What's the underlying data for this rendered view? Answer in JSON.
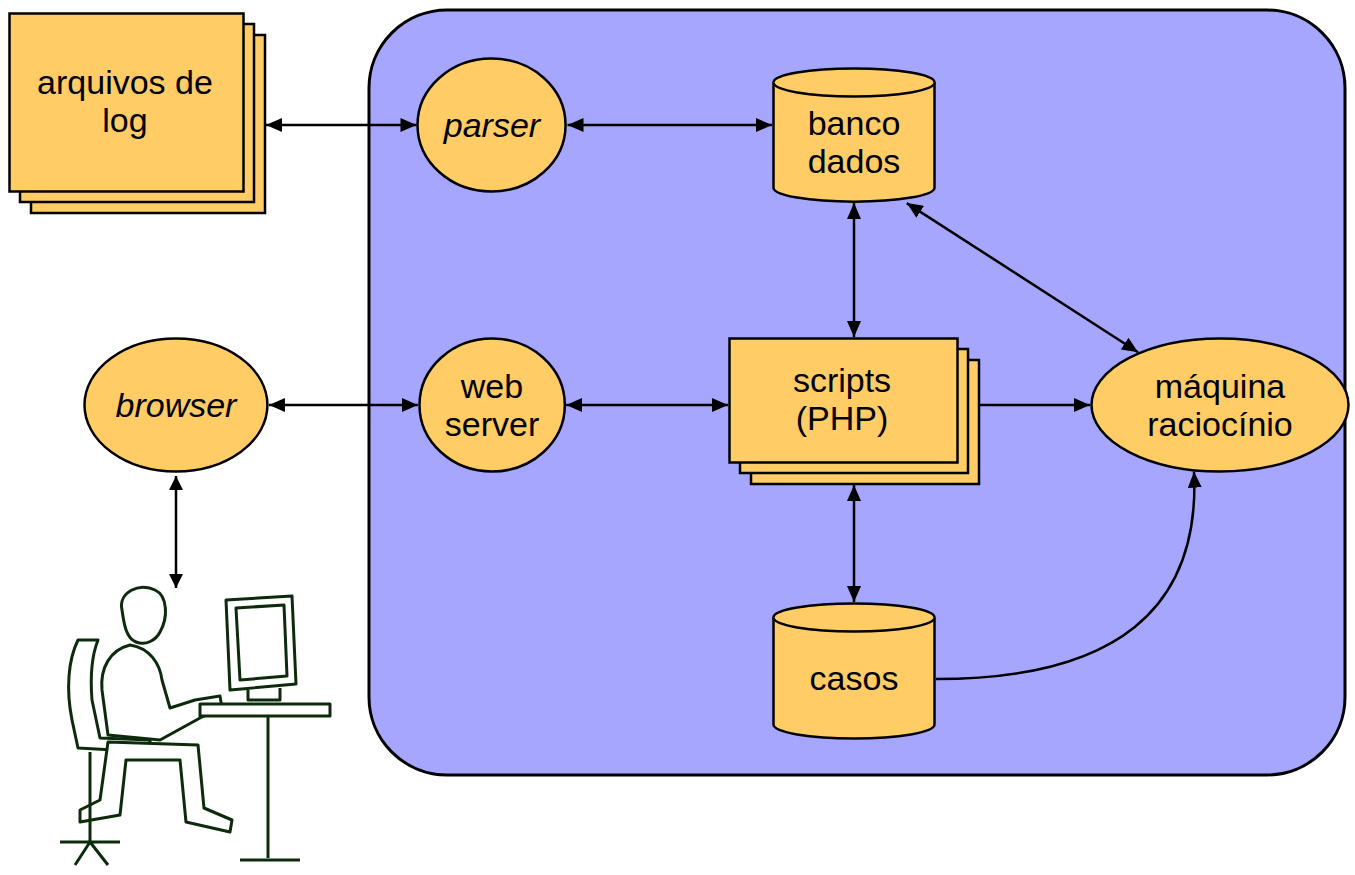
{
  "diagram": {
    "nodes": [
      {
        "text": [
          "arquivos de log"
        ]
      },
      {
        "text": [
          "parser"
        ]
      },
      {
        "text": [
          "banco dados"
        ]
      },
      {
        "text": [
          "browser"
        ]
      },
      {
        "text": [
          "web server"
        ]
      },
      {
        "text": [
          "scripts (PHP)"
        ]
      },
      {
        "text": [
          "máquina raciocínio"
        ]
      },
      {
        "text": [
          "casos"
        ]
      }
    ],
    "edges": [
      {
        "from": 0,
        "to": 1,
        "arrow": "both"
      },
      {
        "from": 1,
        "to": 2,
        "arrow": "both"
      },
      {
        "from": 2,
        "to": 5,
        "arrow": "both"
      },
      {
        "from": 2,
        "to": 6,
        "arrow": "both"
      },
      {
        "from": 3,
        "to": 4,
        "arrow": "both"
      },
      {
        "from": 4,
        "to": 5,
        "arrow": "both"
      },
      {
        "from": 5,
        "to": 6,
        "arrow": "to"
      },
      {
        "from": 5,
        "to": 7,
        "arrow": "both"
      },
      {
        "from": 7,
        "to": 6,
        "arrow": "to"
      }
    ]
  }
}
